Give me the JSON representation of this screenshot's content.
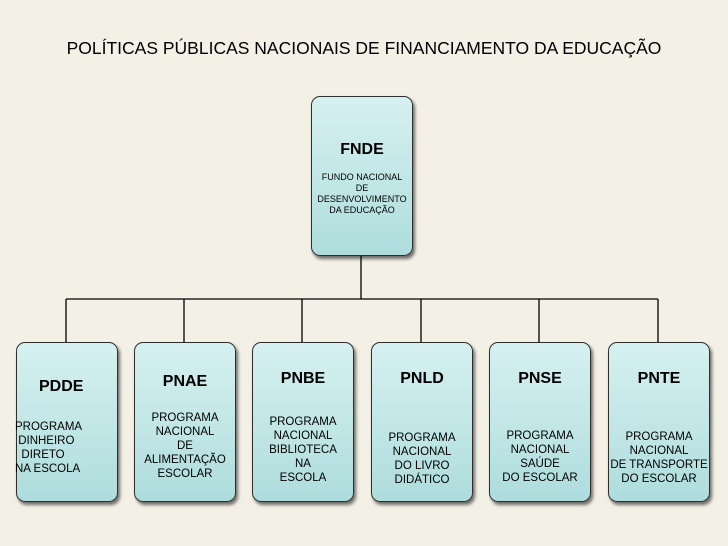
{
  "title": "POLÍTICAS PÚBLICAS NACIONAIS DE FINANCIAMENTO DA EDUCAÇÃO",
  "root": {
    "abbr": "FNDE",
    "full": "FUNDO NACIONAL\nDE\nDESENVOLVIMENTO\nDA EDUCAÇÃO"
  },
  "programs": [
    {
      "abbr": "PDDE",
      "full": "PROGRAMA\n DINHEIRO\n  DIRETO\nNA ESCOLA"
    },
    {
      "abbr": "PNAE",
      "full": "PROGRAMA\nNACIONAL\nDE\nALIMENTAÇÃO\nESCOLAR"
    },
    {
      "abbr": "PNBE",
      "full": "PROGRAMA\nNACIONAL\nBIBLIOTECA\nNA\nESCOLA"
    },
    {
      "abbr": "PNLD",
      "full": "PROGRAMA\nNACIONAL\nDO LIVRO\nDIDÁTICO"
    },
    {
      "abbr": "PNSE",
      "full": "PROGRAMA\nNACIONAL\nSAÚDE\nDO ESCOLAR"
    },
    {
      "abbr": "PNTE",
      "full": "PROGRAMA\nNACIONAL\nDE TRANSPORTE\nDO ESCOLAR"
    }
  ]
}
